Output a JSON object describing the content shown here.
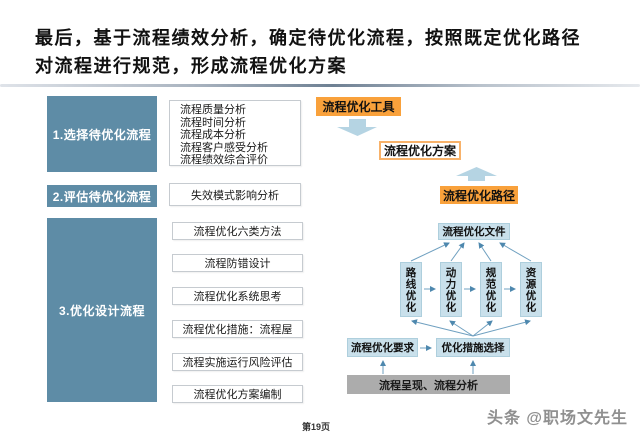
{
  "slide": {
    "title_lines": [
      "最后，基于流程绩效分析，确定待优化流程，按照既定优化路径",
      "对流程进行规范，形成流程优化方案"
    ],
    "page_number": "第19页",
    "watermark": "头条 @职场文先生"
  },
  "left_steps": {
    "step1": "1.选择待优化流程",
    "step2": "2.评估待优化流程",
    "step3": "3.优化设计流程"
  },
  "middle_boxes": {
    "analysis_list": [
      "流程质量分析",
      "流程时间分析",
      "流程成本分析",
      "流程客户感受分析",
      "流程绩效综合评价"
    ],
    "evaluate": "失效模式影响分析",
    "design_methods": [
      "流程优化六类方法",
      "流程防错设计",
      "流程优化系统思考",
      "流程优化措施：流程屋",
      "流程实施运行风险评估",
      "流程优化方案编制"
    ]
  },
  "right_flow": {
    "tools_label": "流程优化工具",
    "plan_label": "流程优化方案",
    "path_label": "流程优化路径"
  },
  "diagram": {
    "file_box": "流程优化文件",
    "vertical_boxes": [
      "路线优化",
      "动力优化",
      "规范优化",
      "资源优化"
    ],
    "requirement_box": "流程优化要求",
    "measures_box": "优化措施选择",
    "gray_box": "流程呈现、流程分析"
  },
  "colors": {
    "teal": "#5E8CA6",
    "orange": "#F9A13B",
    "diagram_fill": "#C9E0EB",
    "block_arrow": "#B5D4E3",
    "connector": "#5B92B4",
    "gray_box": "#ACACAC"
  }
}
